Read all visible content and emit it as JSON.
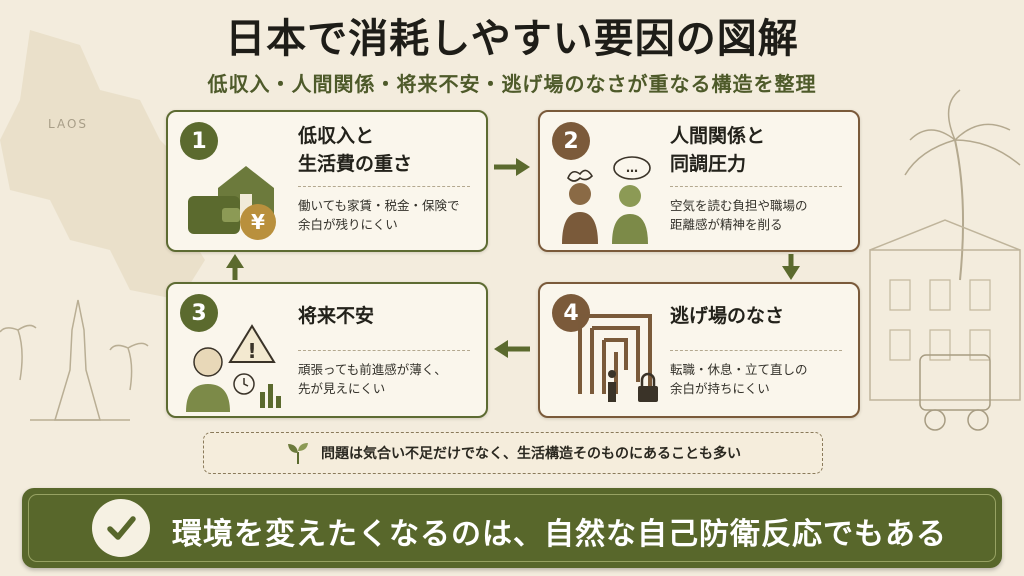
{
  "title": "日本で消耗しやすい要因の図解",
  "subtitle": "低収入・人間関係・将来不安・逃げ場のなさが重なる構造を整理",
  "map_label": "LAOS",
  "cards": [
    {
      "number": "1",
      "title_line1": "低収入と",
      "title_line2": "生活費の重さ",
      "desc_line1": "働いても家賃・税金・保険で",
      "desc_line2": "余白が残りにくい",
      "icon_text": "¥"
    },
    {
      "number": "2",
      "title_line1": "人間関係と",
      "title_line2": "同調圧力",
      "desc_line1": "空気を読む負担や職場の",
      "desc_line2": "距離感が精神を削る",
      "icon_text": "…"
    },
    {
      "number": "3",
      "title_line1": "将来不安",
      "title_line2": "",
      "desc_line1": "頑張っても前進感が薄く、",
      "desc_line2": "先が見えにくい",
      "icon_text": "!"
    },
    {
      "number": "4",
      "title_line1": "逃げ場のなさ",
      "title_line2": "",
      "desc_line1": "転職・休息・立て直しの",
      "desc_line2": "余白が持ちにくい",
      "icon_text": ""
    }
  ],
  "note": "問題は気合い不足だけでなく、生活構造そのものにあることも多い",
  "conclusion": "環境を変えたくなるのは、自然な自己防衛反応でもある",
  "colors": {
    "olive": "#5b6a2e",
    "brown": "#7b5a3a",
    "banner": "#58672b",
    "background": "#f3ecdd"
  }
}
